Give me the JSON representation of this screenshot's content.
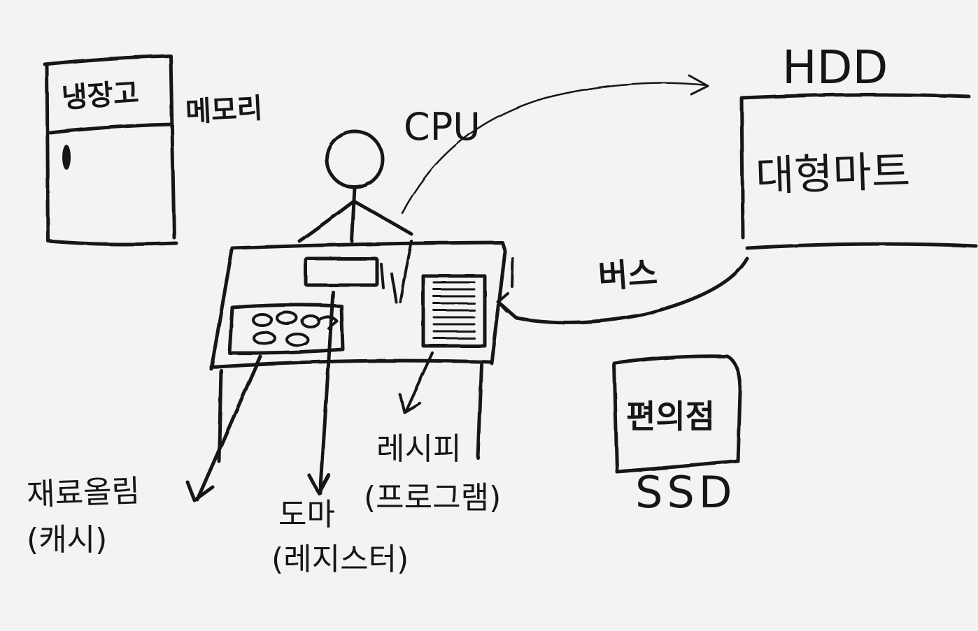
{
  "labels": {
    "fridge": "냉장고",
    "memory": "메모리",
    "cpu": "CPU",
    "hdd": "HDD",
    "mart": "대형마트",
    "bus": "버스",
    "store": "편의점",
    "ssd": "SSD",
    "recipe": "레시피",
    "recipe_sub": "(프로그램)",
    "ingredients": "재료올림",
    "ingredients_sub": "(캐시)",
    "cutting_board": "도마",
    "cutting_board_sub": "(레지스터)"
  }
}
